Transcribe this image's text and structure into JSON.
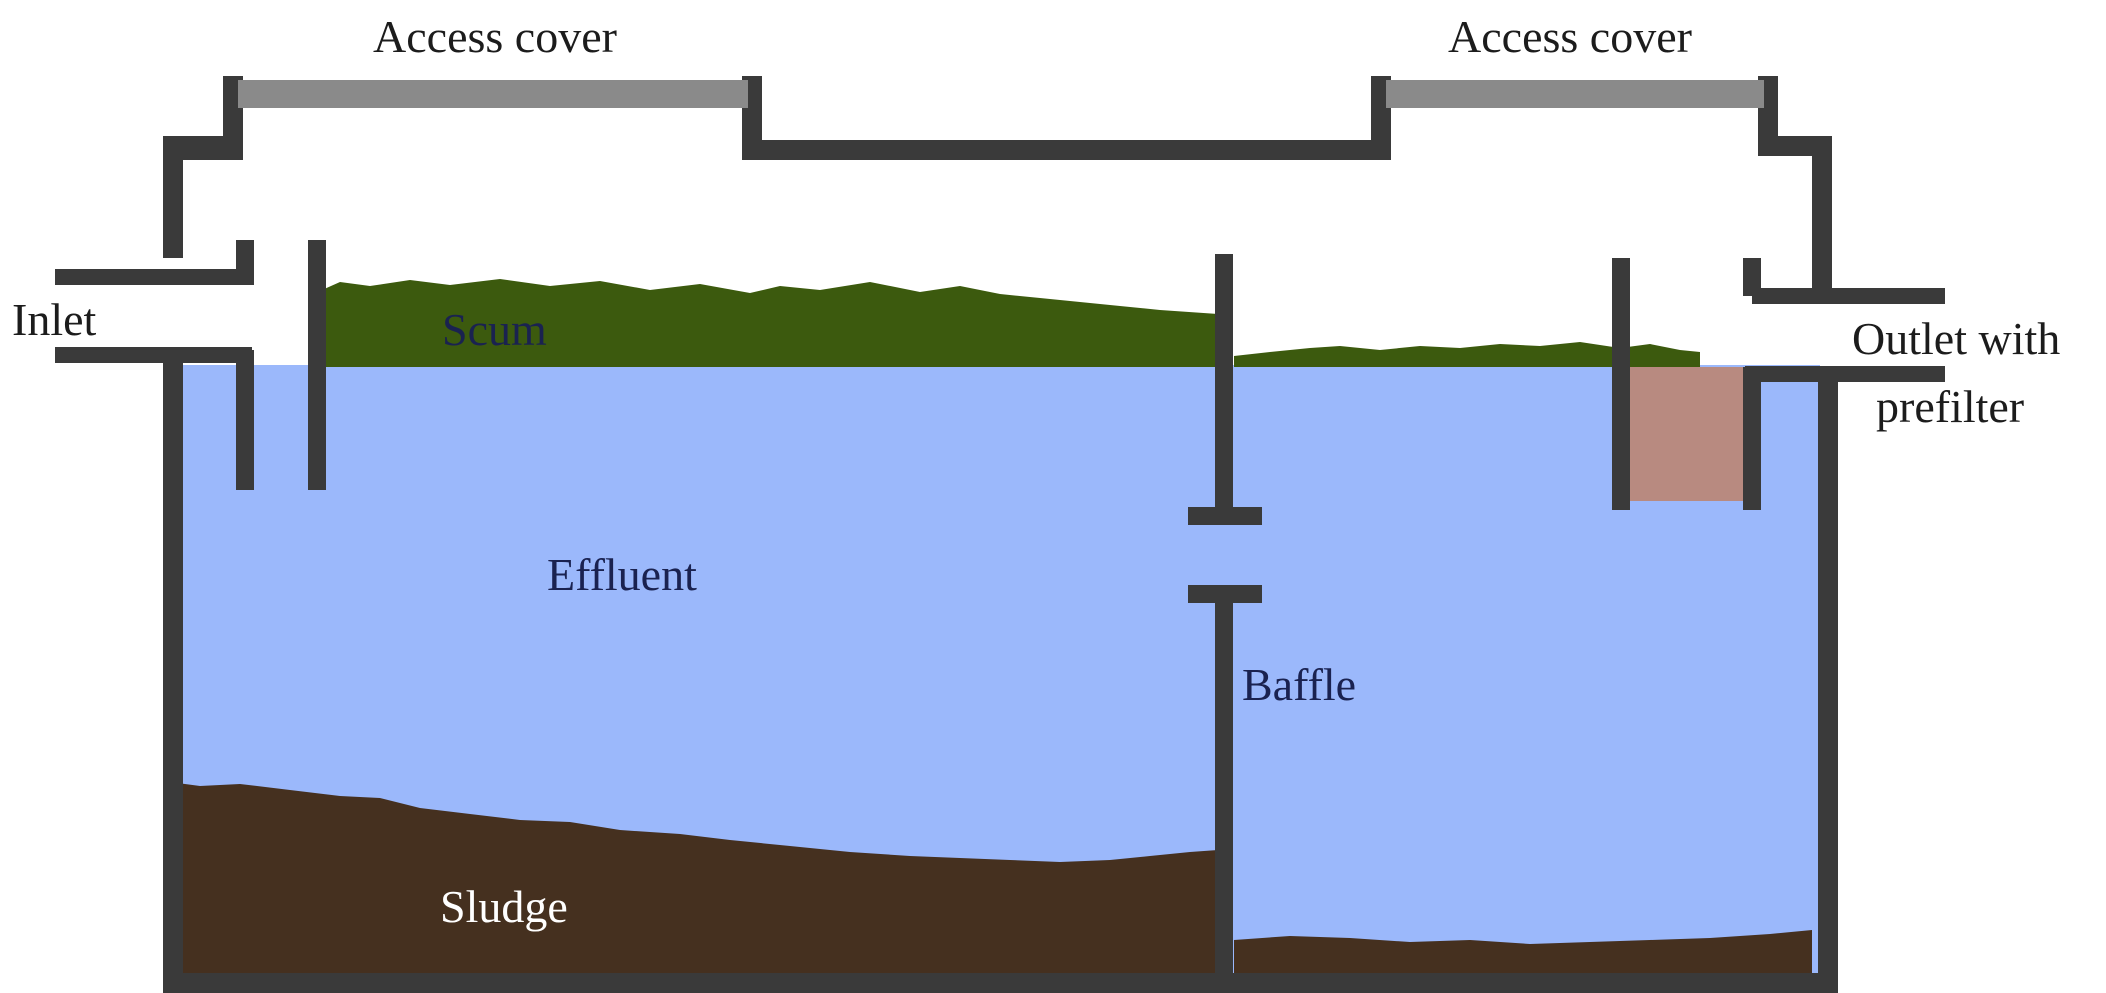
{
  "labels": {
    "access_cover_left": "Access cover",
    "access_cover_right": "Access cover",
    "inlet": "Inlet",
    "outlet_line1": "Outlet with",
    "outlet_line2": "prefilter",
    "scum": "Scum",
    "effluent": "Effluent",
    "baffle": "Baffle",
    "sludge": "Sludge"
  },
  "colors": {
    "water": "#9bb8fb",
    "scum": "#3c5a0e",
    "sludge": "#45301f",
    "wall": "#3a3a3a",
    "access_cover": "#8a8a8a",
    "prefilter": "#b88a80",
    "background": "#ffffff"
  }
}
